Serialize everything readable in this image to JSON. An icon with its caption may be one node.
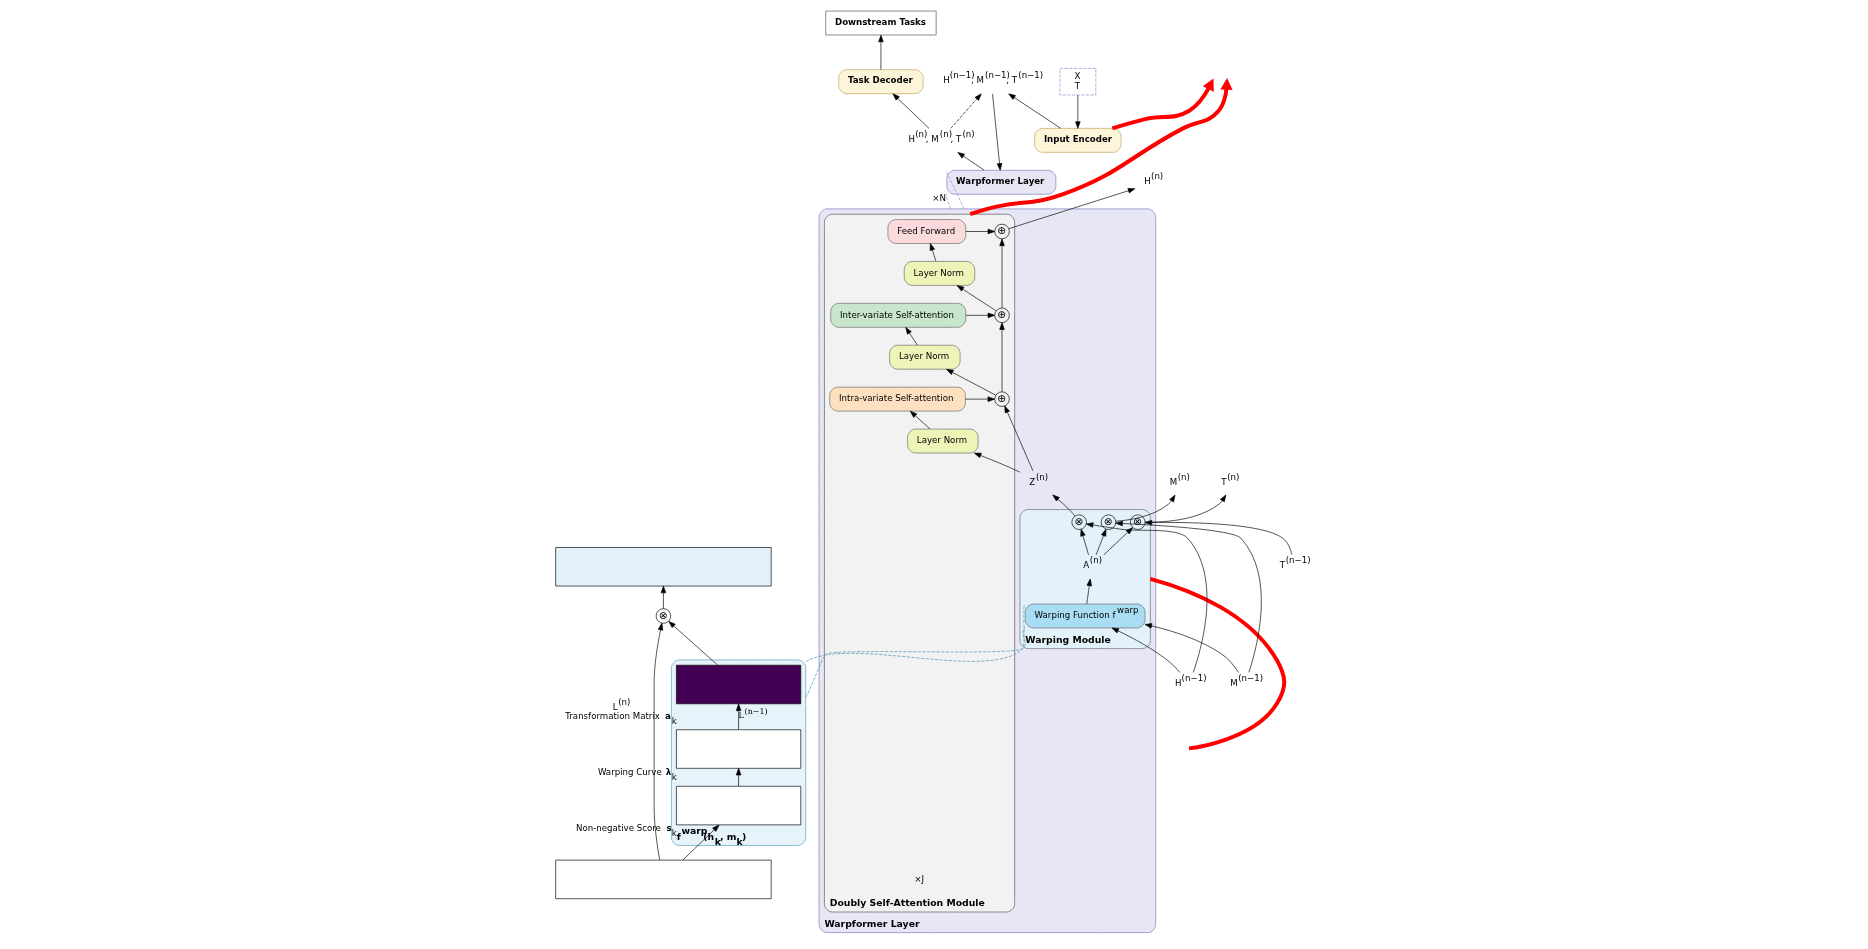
{
  "diagram": {
    "nodes": [
      {
        "text": [],
        "shape": "box"
      },
      {
        "text": [
          "⊗"
        ]
      },
      {
        "text": [
          "f$^{warp}$(h$_{k}$, m$_{k}$)"
        ]
      },
      {
        "text": [],
        "shape": "box",
        "in": 2,
        "beside": [
          "L$^{(n)}$",
          "Transformation Matrix **a**$_{k}$"
        ]
      },
      {
        "text": [],
        "shape": "box",
        "in": 2,
        "beside": [
          "Warping Curve **λ**$_{k}$"
        ]
      },
      {
        "text": [],
        "shape": "box",
        "in": 2,
        "beside": [
          "Non-negative Score **s**$_{k}$"
        ]
      },
      {
        "text": [],
        "shape": "box"
      },
      {
        "text": [
          "Warpformer Layer"
        ]
      },
      {
        "text": [
          "Doubly Self-Attention Module"
        ],
        "in": 7,
        "beside": [
          "×J"
        ]
      },
      {
        "text": [
          "Feed Forward"
        ],
        "in": 8
      },
      {
        "text": [
          "Layer Norm"
        ],
        "in": 8
      },
      {
        "text": [
          "Inter-variate Self-attention"
        ],
        "in": 8
      },
      {
        "text": [
          "Layer Norm"
        ],
        "in": 8
      },
      {
        "text": [
          "Intra-variate Self-attention"
        ],
        "in": 8
      },
      {
        "text": [
          "Layer Norm"
        ],
        "in": 8
      },
      {
        "text": [
          "⊕"
        ],
        "in": 8
      },
      {
        "text": [
          "⊕"
        ],
        "in": 8
      },
      {
        "text": [
          "⊕"
        ],
        "in": 8
      },
      {
        "text": [
          "Z$^{(n)}$"
        ],
        "in": 7
      },
      {
        "text": [
          "Warping Module"
        ],
        "in": 7
      },
      {
        "text": [
          "A$^{(n)}$"
        ],
        "in": 19
      },
      {
        "text": [
          "Warping Function f$^{warp}$"
        ],
        "in": 19
      },
      {
        "text": [
          "⊗"
        ],
        "in": 19
      },
      {
        "text": [
          "⊗"
        ],
        "in": 19
      },
      {
        "text": [
          "⊗"
        ],
        "in": 19
      },
      {
        "text": [
          "H$^{(n)}$"
        ]
      },
      {
        "text": [
          "M$^{(n)}$"
        ]
      },
      {
        "text": [
          "T$^{(n)}$"
        ]
      },
      {
        "text": [
          "H$^{(n−1)}$"
        ]
      },
      {
        "text": [
          "M$^{(n−1)}$"
        ]
      },
      {
        "text": [
          "T$^{(n−1)}$"
        ]
      },
      {
        "text": [
          "Downstream Tasks"
        ]
      },
      {
        "text": [
          "Task Decoder"
        ]
      },
      {
        "text": [
          "H$^{(n)}$, M$^{(n)}$, T$^{(n)}$"
        ]
      },
      {
        "text": [
          "Warpformer Layer"
        ],
        "beside": [
          "×N"
        ]
      },
      {
        "text": [
          "H$^{(n−1)}$, M$^{(n−1)}$, T$^{(n−1)}$"
        ]
      },
      {
        "text": [
          "Input Encoder"
        ]
      },
      {
        "text": [
          "X",
          "T"
        ]
      }
    ],
    "edges": [
      {
        "from": 6,
        "to": 5,
        "arrow": "to"
      },
      {
        "from": 5,
        "to": 4,
        "arrow": "to"
      },
      {
        "from": 4,
        "to": 3,
        "arrow": "to",
        "label": "L$^{(n−1)}$"
      },
      {
        "from": 3,
        "to": 1,
        "arrow": "to"
      },
      {
        "from": 6,
        "to": 1,
        "arrow": "to"
      },
      {
        "from": 1,
        "to": 0,
        "arrow": "to"
      },
      {
        "from": 2,
        "to": 21,
        "arrow": "none",
        "style": "dashed",
        "color": "#4a8fb0"
      },
      {
        "from": 2,
        "to": 21,
        "arrow": "none",
        "style": "dashed",
        "color": "#4a8fb0"
      },
      {
        "from": 28,
        "to": 21,
        "arrow": "to"
      },
      {
        "from": 29,
        "to": 21,
        "arrow": "to"
      },
      {
        "from": 21,
        "to": 20,
        "arrow": "to"
      },
      {
        "from": 20,
        "to": 22,
        "arrow": "to"
      },
      {
        "from": 20,
        "to": 23,
        "arrow": "to"
      },
      {
        "from": 20,
        "to": 24,
        "arrow": "to"
      },
      {
        "from": 28,
        "to": 22,
        "arrow": "to"
      },
      {
        "from": 29,
        "to": 23,
        "arrow": "to"
      },
      {
        "from": 30,
        "to": 24,
        "arrow": "to"
      },
      {
        "from": 22,
        "to": 18,
        "arrow": "to"
      },
      {
        "from": 18,
        "to": 14,
        "arrow": "to"
      },
      {
        "from": 18,
        "to": 17,
        "arrow": "to"
      },
      {
        "from": 14,
        "to": 13,
        "arrow": "to"
      },
      {
        "from": 13,
        "to": 17,
        "arrow": "to"
      },
      {
        "from": 17,
        "to": 12,
        "arrow": "to"
      },
      {
        "from": 17,
        "to": 16,
        "arrow": "to"
      },
      {
        "from": 12,
        "to": 11,
        "arrow": "to"
      },
      {
        "from": 11,
        "to": 16,
        "arrow": "to"
      },
      {
        "from": 16,
        "to": 10,
        "arrow": "to"
      },
      {
        "from": 16,
        "to": 15,
        "arrow": "to"
      },
      {
        "from": 10,
        "to": 9,
        "arrow": "to"
      },
      {
        "from": 9,
        "to": 15,
        "arrow": "to"
      },
      {
        "from": 15,
        "to": 25,
        "arrow": "to"
      },
      {
        "from": 23,
        "to": 26,
        "arrow": "to"
      },
      {
        "from": 24,
        "to": 27,
        "arrow": "to"
      },
      {
        "from": 7,
        "to": 34,
        "arrow": "none",
        "style": "dashed",
        "color": "#8c8cdc"
      },
      {
        "from": 7,
        "to": 34,
        "arrow": "none",
        "style": "dashed",
        "color": "#8c8cdc"
      },
      {
        "from": 37,
        "to": 36,
        "arrow": "to"
      },
      {
        "from": 36,
        "to": 35,
        "arrow": "to"
      },
      {
        "from": 35,
        "to": 34,
        "arrow": "to"
      },
      {
        "from": 34,
        "to": 33,
        "arrow": "to"
      },
      {
        "from": 33,
        "to": 32,
        "arrow": "to"
      },
      {
        "from": 32,
        "to": 31,
        "arrow": "to"
      },
      {
        "from": 33,
        "to": 35,
        "arrow": "to",
        "style": "dashed"
      },
      {
        "from": 8,
        "to": null,
        "arrow": "to",
        "style": "thick",
        "color": "#ff0000"
      },
      {
        "from": 19,
        "to": null,
        "arrow": "none",
        "style": "thick",
        "color": "#ff0000"
      },
      {
        "from": 36,
        "to": null,
        "arrow": "to",
        "style": "thick",
        "color": "#ff0000"
      }
    ]
  }
}
